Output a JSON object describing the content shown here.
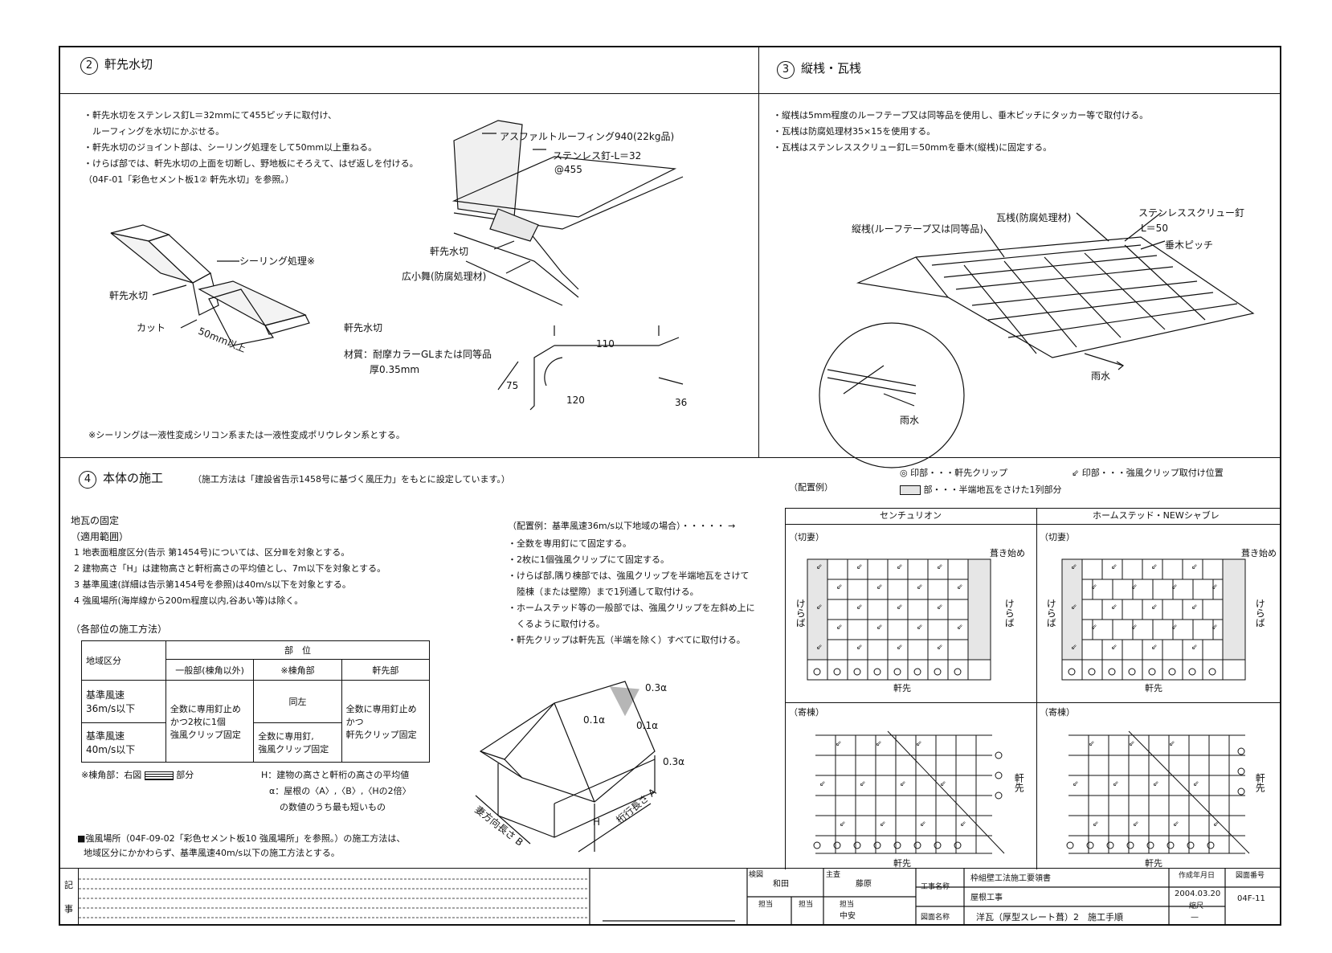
{
  "s2": {
    "num": "2",
    "title": "軒先水切",
    "notes": [
      "・軒先水切をステンレス釘L＝32mmにて455ピッチに取付け、",
      "　ルーフィングを水切にかぶせる。",
      "・軒先水切のジョイント部は、シーリング処理をして50mm以上重ねる。",
      "・けらば部では、軒先水切の上面を切断し、野地板にそろえて、はぜ返しを付ける。",
      "（04F-01「彩色セメント板1② 軒先水切」を参照。）"
    ],
    "labels": {
      "sealing": "シーリング処理※",
      "nokisaki": "軒先水切",
      "cut": "カット",
      "overlap": "50mm以上",
      "asphalt": "アスファルトルーフィング940(22kg品)",
      "nail": "ステンレス釘-L＝32",
      "pitch": "@455",
      "nokisaki2": "軒先水切",
      "fascia": "広小舞(防腐処理材)",
      "nokisaki3": "軒先水切",
      "material": "材質：耐摩カラーGLまたは同等品",
      "thickness": "厚0.35mm",
      "dim110": "110",
      "dim75": "75",
      "dim120": "120",
      "dim36": "36",
      "note_sealing": "※シーリングは一液性変成シリコン系または一液性変成ポリウレタン系とする。"
    }
  },
  "s3": {
    "num": "3",
    "title": "縦桟・瓦桟",
    "notes": [
      "・縦桟は5mm程度のルーフテープ又は同等品を使用し、垂木ピッチにタッカー等で取付ける。",
      "・瓦桟は防腐処理材35×15を使用する。",
      "・瓦桟はステンレススクリュー釘L＝50mmを垂木(縦桟)に固定する。"
    ],
    "labels": {
      "kawarazan": "瓦桟(防腐処理材)",
      "screw": "ステンレススクリュー釘",
      "screw_l": "L＝50",
      "taruki": "垂木ピッチ",
      "tatezan": "縦桟(ルーフテープ又は同等品)",
      "rain": "雨水",
      "rain2": "雨水"
    }
  },
  "s4": {
    "num": "4",
    "title": "本体の施工",
    "subtitle": "（施工方法は「建設省告示1458号に基づく風圧力」をもとに設定しています。）",
    "haichi_label": "（配置例）",
    "legend1": "◎ 印部・・・軒先クリップ",
    "legend2": "印部・・・強風クリップ取付け位置",
    "legend3": "部・・・半端地瓦をさけた1列部分",
    "fix_title": "地瓦の固定",
    "scope": "（適用範囲）",
    "scope_items": [
      "1 地表面粗度区分(告示 第1454号)については、区分Ⅲを対象とする。",
      "2 建物高さ「H」は建物高さと軒桁高さの平均値とし、7m以下を対象とする。",
      "3 基準風速(詳細は告示第1454号を参照)は40m/s以下を対象とする。",
      "4 強風場所(海岸線から200m程度以内,谷あい等)は除く。"
    ],
    "example_head": "（配置例：基準風速36m/s以下地域の場合）・・・・・",
    "example_items": [
      "・全数を専用釘にて固定する。",
      "・2枚に1個強風クリップにて固定する。",
      "・けらば部,隅り棟部では、強風クリップを半端地瓦をさけて",
      "　陸棟（または壁際）まで1列通して取付ける。",
      "・ホームステッド等の一般部では、強風クリップを左斜め上に",
      "　くるように取付ける。",
      "・軒先クリップは軒先瓦（半端を除く）すべてに取付ける。"
    ],
    "method_title": "（各部位の施工方法）",
    "table": {
      "h_region": "地域区分",
      "h_part": "部　位",
      "h_general": "一般部(棟角以外)",
      "h_corner": "※棟角部",
      "h_eave": "軒先部",
      "r1_region_a": "基準風速",
      "r1_region_b": "36m/s以下",
      "r1_general_a": "全数に専用釘止め",
      "r1_general_b": "かつ2枚に1個",
      "r1_general_c": "強風クリップ固定",
      "r1_corner": "同左",
      "r2_region_a": "基準風速",
      "r2_region_b": "40m/s以下",
      "r2_corner_a": "全数に専用釘,",
      "r2_corner_b": "強風クリップ固定",
      "eave_a": "全数に専用釘止め",
      "eave_b": "かつ",
      "eave_c": "軒先クリップ固定"
    },
    "corner_note": "※棟角部：右図",
    "corner_note2": "部分",
    "h_note": "H：建物の高さと軒桁の高さの平均値",
    "a_note": "α：屋根の〈A〉,〈B〉,〈Hの2倍〉",
    "a_note2": "の数値のうち最も短いもの",
    "strong_note1": "■強風場所（04F-09-02「彩色セメント板10 強風場所」を参照。）の施工方法は、",
    "strong_note2": "地域区分にかかわらず、基準風速40m/s以下の施工方法とする。",
    "house": {
      "a03_1": "0.3α",
      "a01_1": "0.1α",
      "a01_2": "0.1α",
      "a03_2": "0.3α",
      "H": "H",
      "A": "桁行長さ A",
      "B": "妻方向長さ B"
    },
    "centurion": "センチュリオン",
    "homestead": "ホームステッド・NEWシャブレ",
    "kiriduma": "（切妻）",
    "kiriduma2": "（切妻）",
    "yosemune": "（寄棟）",
    "yosemune2": "（寄棟）",
    "fukihajime": "葺き始め",
    "fukihajime2": "葺き始め",
    "keraba": "けらば",
    "nokisaki": "軒先"
  },
  "titleblock": {
    "ki": "記",
    "ji": "事",
    "kento": "検図",
    "kento_name": "和田",
    "shusa": "主査",
    "shusa_name": "藤原",
    "tanto1": "担当",
    "tanto2": "担当",
    "tanto3": "担当",
    "tanto3_name": "中安",
    "koji_label": "工事名称",
    "koji1": "枠組壁工法施工要領書",
    "koji2": "屋根工事",
    "zumen_label": "図面名称",
    "zumen": "洋瓦（厚型スレート葺）2　施工手順",
    "date_label": "作成年月日",
    "date": "2004.03.20",
    "scale_label": "縮尺",
    "scale": "—",
    "no_label": "図面番号",
    "no": "04F-11"
  }
}
